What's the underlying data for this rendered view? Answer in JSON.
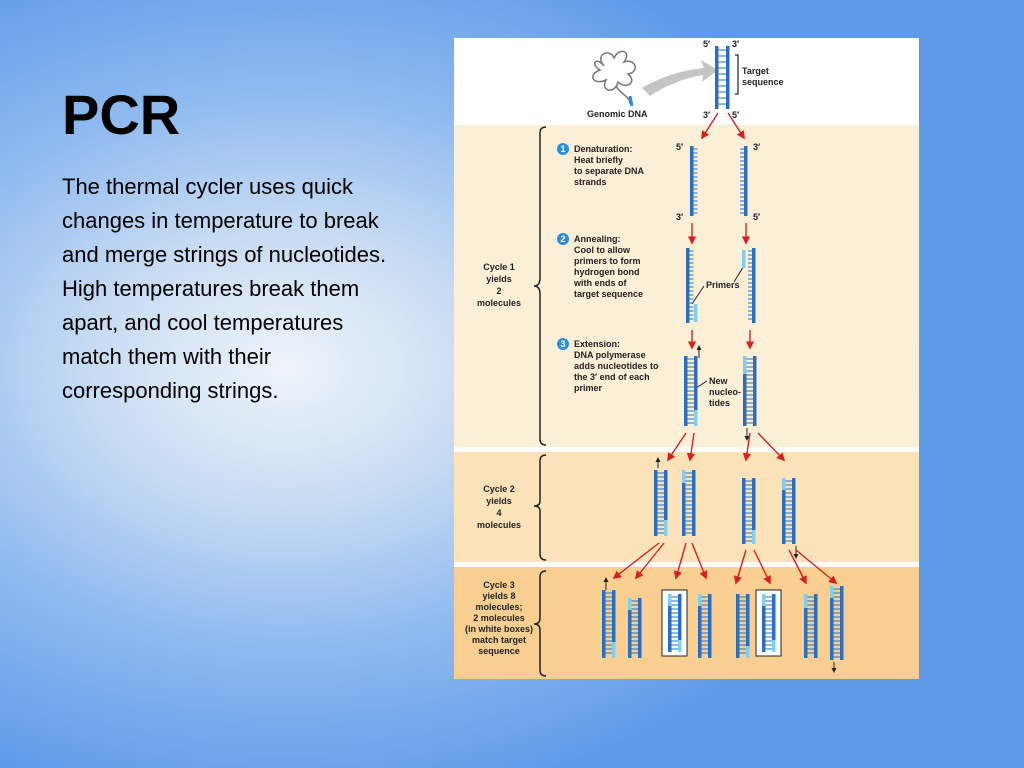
{
  "slide": {
    "title": "PCR",
    "body": "The thermal cycler uses quick changes in temperature to break and merge strings of nucleotides. High temperatures break them apart, and cool temperatures match them with their corresponding strings."
  },
  "figure": {
    "genomic_dna_label": "Genomic DNA",
    "target_label": [
      "Target",
      "sequence"
    ],
    "steps": [
      {
        "number": "1",
        "lines": [
          "Denaturation:",
          "Heat briefly",
          "to separate DNA",
          "strands"
        ]
      },
      {
        "number": "2",
        "lines": [
          "Annealing:",
          "Cool to allow",
          "primers to form",
          "hydrogen bond",
          "with ends of",
          "target sequence"
        ]
      },
      {
        "number": "3",
        "lines": [
          "Extension:",
          "DNA polymerase",
          "adds nucleotides to",
          "the 3′ end of each",
          "primer"
        ]
      }
    ],
    "cycle_labels": [
      [
        "Cycle 1",
        "yields",
        "2",
        "molecules"
      ],
      [
        "Cycle 2",
        "yields",
        "4",
        "molecules"
      ],
      [
        "Cycle 3",
        "yields 8",
        "molecules;",
        "2 molecules",
        "(in white boxes)",
        "match target",
        "sequence"
      ]
    ],
    "primers_label": "Primers",
    "new_nucleotides_label": [
      "New",
      "nucleo-",
      "tides"
    ],
    "prime_marks": {
      "five": "5′",
      "three": "3′"
    },
    "colors": {
      "dna_strand": "#2a6fbf",
      "primer": "#7fd0f0",
      "arrow": "#d82020",
      "cycle1_bg": "#fcefd8",
      "cycle2_bg": "#fbe2b8",
      "cycle3_bg": "#f8cf90",
      "step_badge": "#2a8fd8"
    }
  }
}
